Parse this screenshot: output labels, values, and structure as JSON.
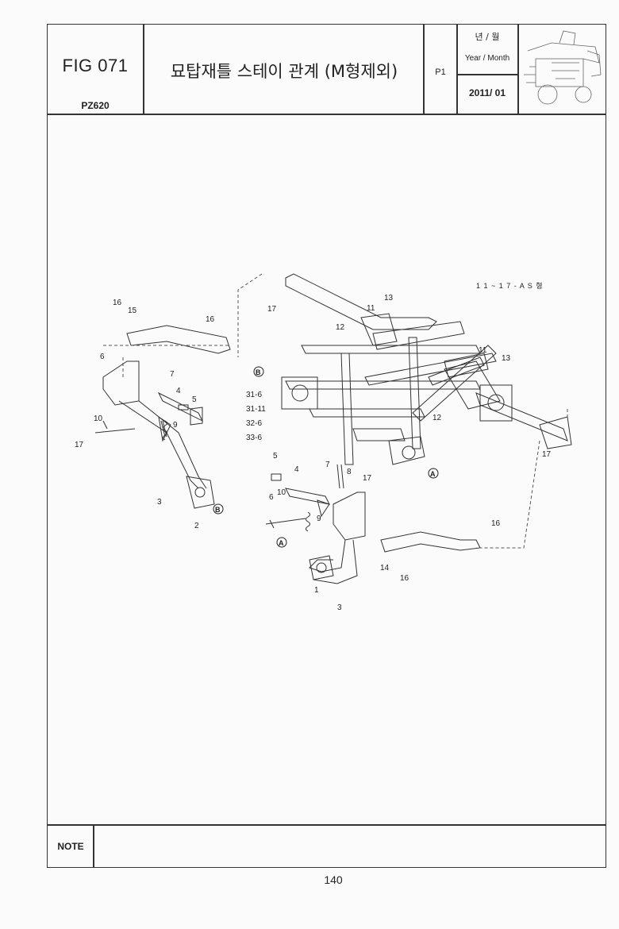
{
  "header": {
    "fig_no": "FIG 071",
    "model": "PZ620",
    "title": "묘탑재틀 스테이 관계 (M형제외)",
    "page_code": "P1",
    "year_month_ko": "년 / 월",
    "year_month_en": "Year / Month",
    "year_month_value": "2011/ 01"
  },
  "diagram": {
    "variant_note": "1 1 ~ 1 7 - A S 형",
    "callouts": [
      "1",
      "2",
      "3",
      "3",
      "4",
      "4",
      "5",
      "5",
      "6",
      "6",
      "7",
      "7",
      "8",
      "9",
      "9",
      "10",
      "10",
      "11",
      "11",
      "12",
      "12",
      "13",
      "13",
      "14",
      "15",
      "16",
      "16",
      "16",
      "16",
      "17",
      "17",
      "17",
      "17"
    ],
    "group_labels": [
      "31-6",
      "31-11",
      "32-6",
      "33-6"
    ],
    "references": [
      "A",
      "B"
    ]
  },
  "note": {
    "label": "NOTE"
  },
  "footer": {
    "page_number": "140"
  }
}
